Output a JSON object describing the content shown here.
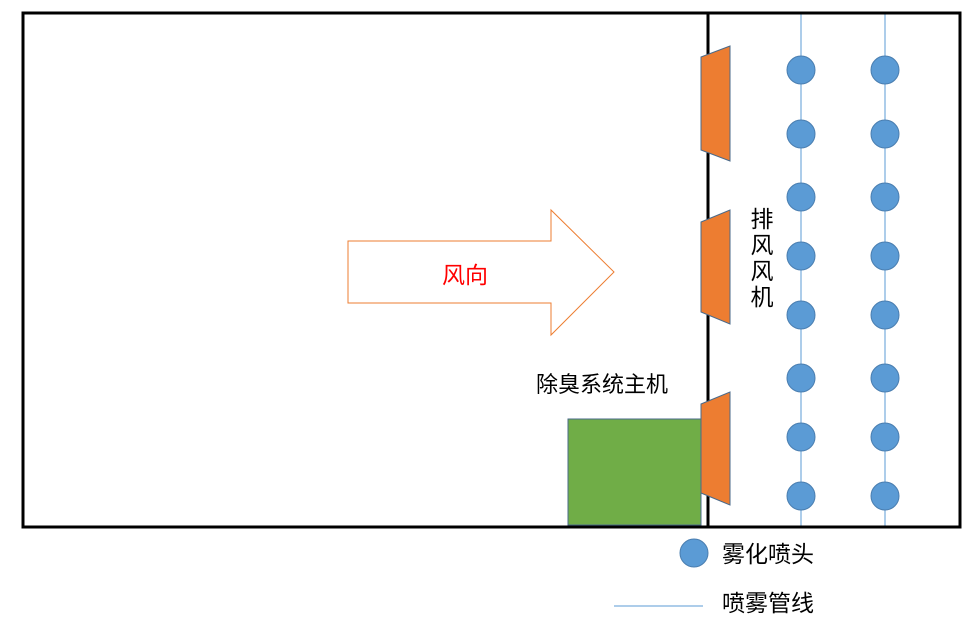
{
  "labels": {
    "wind_direction": "风向",
    "exhaust_fan": "排风风机",
    "deodorizer_main_unit": "除臭系统主机"
  },
  "legend": {
    "nozzle": "雾化喷头",
    "spray_pipeline": "喷雾管线"
  },
  "colors": {
    "outline": "#000000",
    "fan": "#ED7D31",
    "fan_stroke": "#4A6A8A",
    "nozzle": "#5B9BD5",
    "pipeline": "#5B9BD5",
    "main_unit": "#70AD47",
    "arrow": "#ED7D31",
    "wind_text": "#FF0000"
  },
  "nozzle_rows": 8,
  "nozzle_columns": 2,
  "fan_count": 3
}
